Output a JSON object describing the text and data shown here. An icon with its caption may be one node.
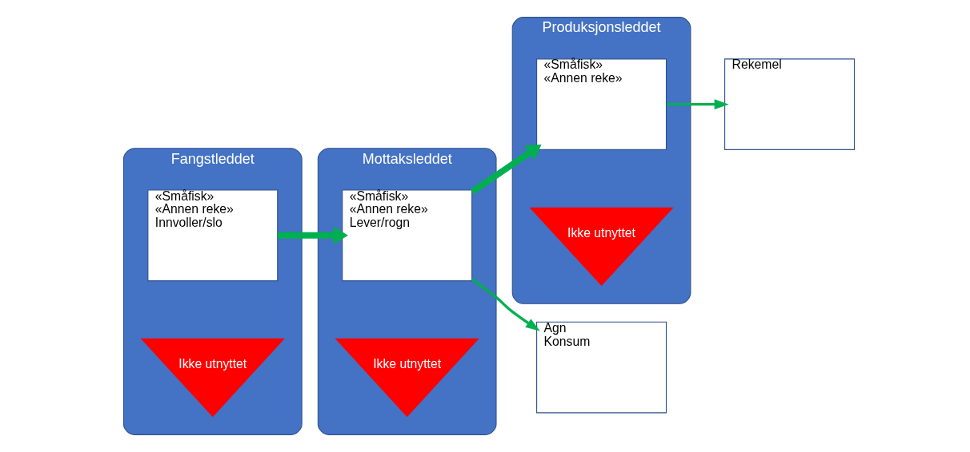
{
  "diagram": {
    "nodes": [
      {
        "text": [
          "Fangstleddet"
        ]
      },
      {
        "text": [
          "«Småfisk»",
          "«Annen reke»",
          "Innvoller/slo"
        ],
        "in": 0
      },
      {
        "text": [
          "Ikke utnyttet"
        ],
        "in": 0
      },
      {
        "text": [
          "Mottaksleddet"
        ]
      },
      {
        "text": [
          "«Småfisk»",
          "«Annen reke»",
          "Lever/rogn"
        ],
        "in": 3
      },
      {
        "text": [
          "Ikke utnyttet"
        ],
        "in": 3
      },
      {
        "text": [
          "Produksjonsleddet"
        ]
      },
      {
        "text": [
          "«Småfisk»",
          "«Annen reke»"
        ],
        "in": 6
      },
      {
        "text": [
          "Ikke utnyttet"
        ],
        "in": 6
      },
      {
        "text": [
          "Agn",
          "Konsum"
        ]
      },
      {
        "text": [
          "Rekemel"
        ]
      }
    ],
    "edges": [
      {
        "from": 1,
        "to": 4,
        "arrow": "to",
        "style": "thick"
      },
      {
        "from": 4,
        "to": 9,
        "arrow": "to"
      },
      {
        "from": 4,
        "to": 7,
        "arrow": "to",
        "style": "thick"
      },
      {
        "from": 7,
        "to": 10,
        "arrow": "to"
      }
    ]
  }
}
